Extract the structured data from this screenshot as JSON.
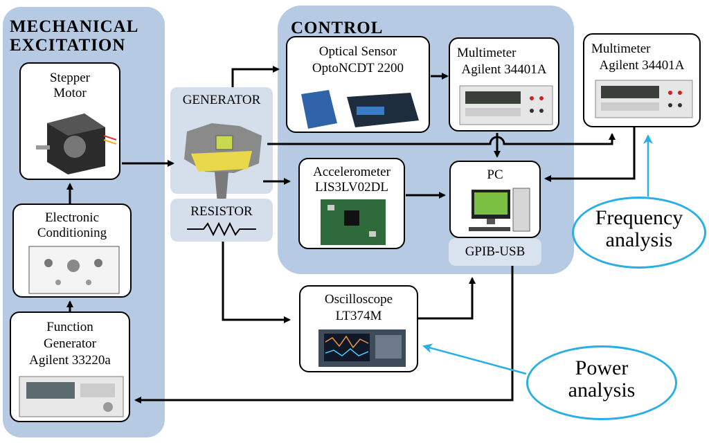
{
  "panels": {
    "mechanical_title": "MECHANICAL EXCITATION",
    "control_title": "CONTROL"
  },
  "blocks": {
    "stepper_motor": "Stepper Motor",
    "electronic_conditioning": "Electronic Conditioning",
    "function_generator_line1": "Function",
    "function_generator_line2": "Generator",
    "function_generator_line3": "Agilent 33220a",
    "generator": "GENERATOR",
    "resistor": "RESISTOR",
    "optical_sensor_line1": "Optical Sensor",
    "optical_sensor_line2": "OptoNCDT 2200",
    "multimeter1_line1": "Multimeter",
    "multimeter1_line2": "Agilent 34401A",
    "multimeter2_line1": "Multimeter",
    "multimeter2_line2": "Agilent 34401A",
    "accelerometer_line1": "Accelerometer",
    "accelerometer_line2": "LIS3LV02DL",
    "pc": "PC",
    "gpib": "GPIB-USB",
    "oscilloscope_line1": "Oscilloscope",
    "oscilloscope_line2": "LT374M"
  },
  "annotations": {
    "frequency_line1": "Frequency",
    "frequency_line2": "analysis",
    "power_line1": "Power",
    "power_line2": "analysis"
  },
  "colors": {
    "panel": "#b6cbe3",
    "annotation": "#29aee6"
  }
}
